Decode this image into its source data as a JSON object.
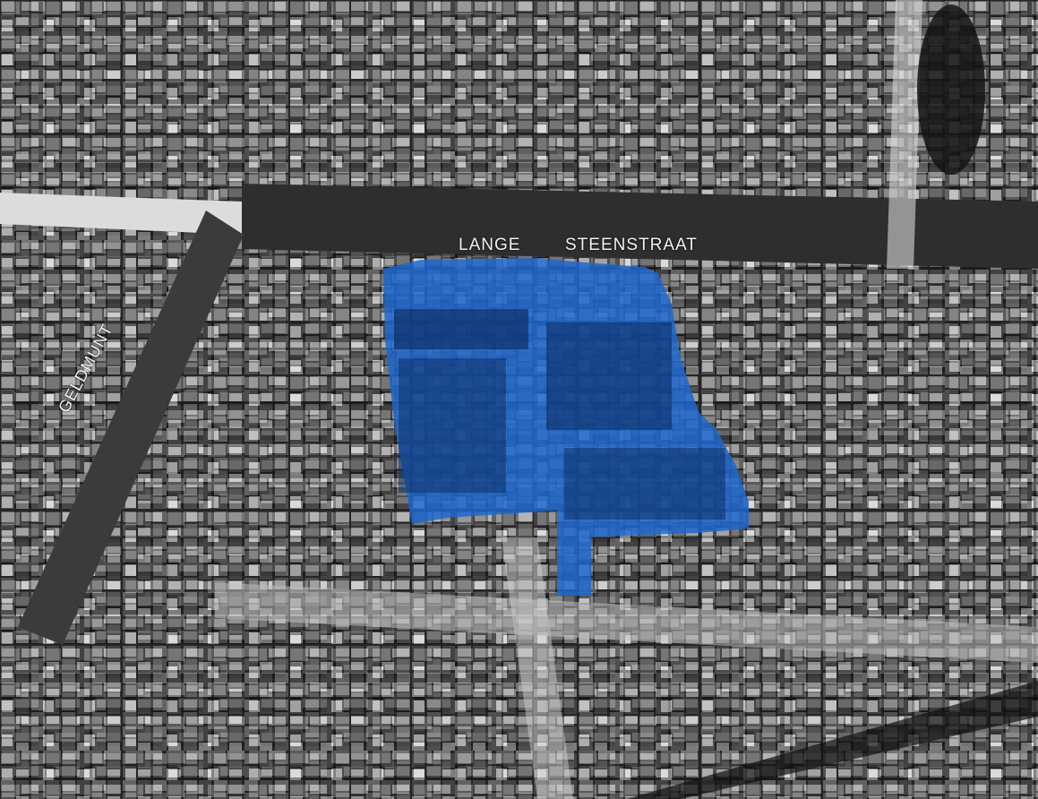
{
  "map": {
    "type": "aerial-photograph",
    "colors": {
      "highlight": "#1f66cc",
      "roof_dark": "#1a1a1a",
      "roof_mid": "#6e6e6e",
      "roof_light": "#cfcfcf",
      "street": "#3a3a3a"
    },
    "labels": {
      "street_lange": "LANGE",
      "street_steenstraat": "STEENSTRAAT",
      "street_geldmunt": "GELDMUNT"
    }
  }
}
